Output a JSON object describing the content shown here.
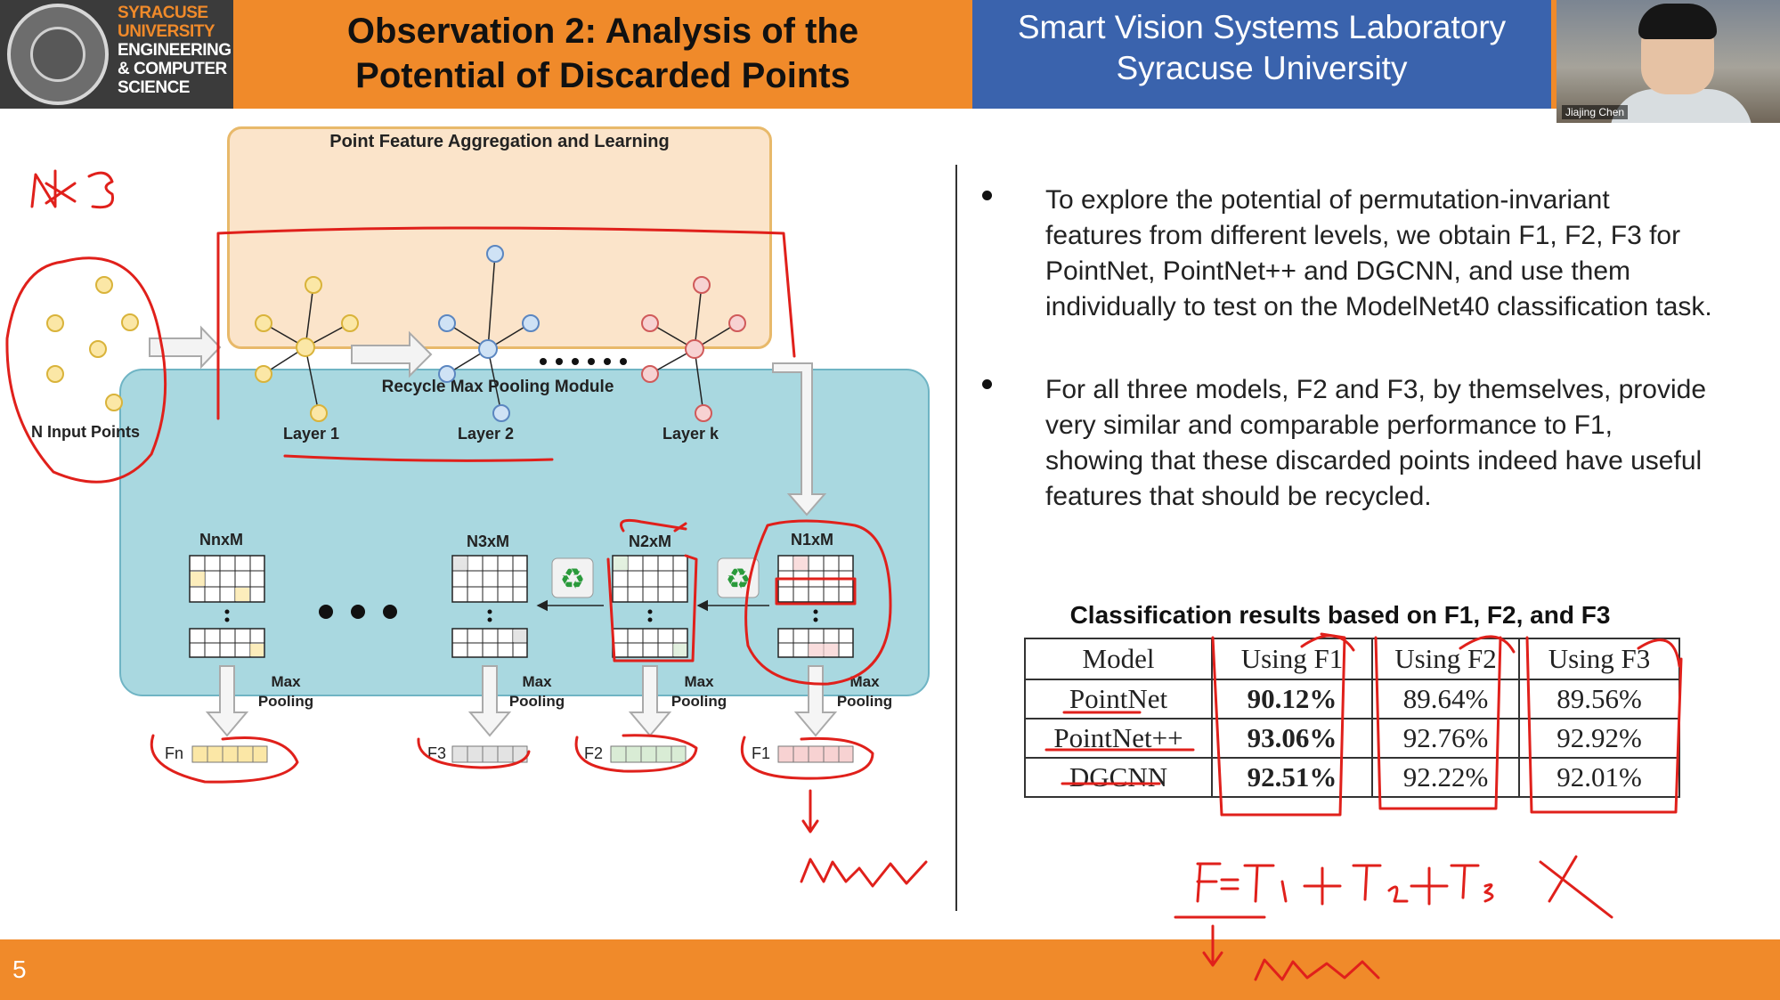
{
  "header": {
    "logo_lines": [
      "SYRACUSE",
      "UNIVERSITY",
      "ENGINEERING",
      "& COMPUTER",
      "SCIENCE"
    ],
    "title_line1": "Observation 2:  Analysis of the",
    "title_line2": "Potential of Discarded Points",
    "lab_name": "Smart Vision Systems Laboratory",
    "lab_university": "Syracuse University",
    "webcam_name": "Jiajing Chen"
  },
  "diagram": {
    "agg_title": "Point Feature Aggregation and Learning",
    "input_label": "N Input Points",
    "layer1": "Layer 1",
    "layer2": "Layer 2",
    "layerk": "Layer k",
    "recycle_title": "Recycle Max Pooling Module",
    "nn_label": "NnxM",
    "n3_label": "N3xM",
    "n2_label": "N2xM",
    "n1_label": "N1xM",
    "max_pooling_1": "Max",
    "max_pooling_2": "Pooling",
    "fn": "Fn",
    "f3": "F3",
    "f2": "F2",
    "f1": "F1"
  },
  "bullets": [
    "To explore the potential of permutation-invariant features from different levels, we obtain F1, F2, F3 for PointNet, PointNet++ and DGCNN, and use them individually to test on the ModelNet40 classification task.",
    "For all three models, F2 and F3, by themselves, provide very similar and comparable performance to F1, showing that these discarded points indeed have useful features that should be recycled."
  ],
  "table": {
    "caption": "Classification results based on F1, F2, and F3",
    "header": [
      "Model",
      "Using F1",
      "Using F2",
      "Using F3"
    ],
    "rows": [
      [
        "PointNet",
        "90.12%",
        "89.64%",
        "89.56%"
      ],
      [
        "PointNet++",
        "93.06%",
        "92.76%",
        "92.92%"
      ],
      [
        "DGCNN",
        "92.51%",
        "92.22%",
        "92.01%"
      ]
    ]
  },
  "footer": {
    "page_number": "5"
  },
  "colors": {
    "orange": "#f08a2a",
    "blue": "#3a63ad",
    "ink": "#e0201b"
  }
}
